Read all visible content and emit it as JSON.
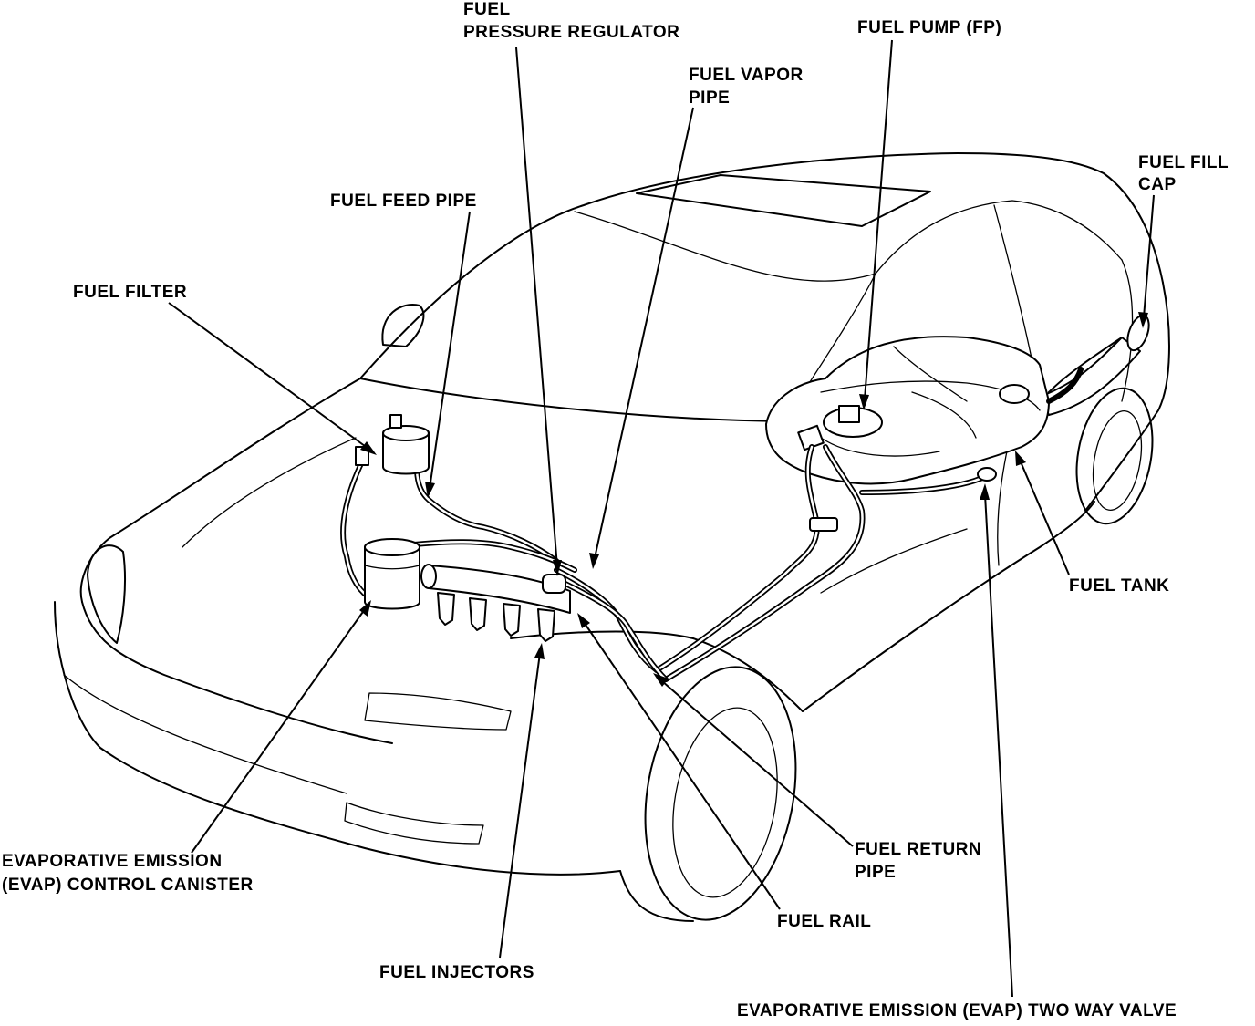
{
  "labels": {
    "fuel_pressure_regulator": [
      "FUEL",
      "PRESSURE REGULATOR"
    ],
    "fuel_pump": [
      "FUEL PUMP (FP)"
    ],
    "fuel_vapor_pipe": [
      "FUEL VAPOR",
      "PIPE"
    ],
    "fuel_fill_cap": [
      "FUEL FILL",
      "CAP"
    ],
    "fuel_feed_pipe": [
      "FUEL FEED PIPE"
    ],
    "fuel_filter": [
      "FUEL FILTER"
    ],
    "fuel_tank": [
      "FUEL TANK"
    ],
    "evap_canister": [
      "EVAPORATIVE EMISSION",
      "(EVAP) CONTROL CANISTER"
    ],
    "fuel_return_pipe": [
      "FUEL RETURN",
      "PIPE"
    ],
    "fuel_rail": [
      "FUEL RAIL"
    ],
    "fuel_injectors": [
      "FUEL INJECTORS"
    ],
    "evap_two_way_valve": [
      "EVAPORATIVE EMISSION (EVAP) TWO WAY VALVE"
    ]
  }
}
